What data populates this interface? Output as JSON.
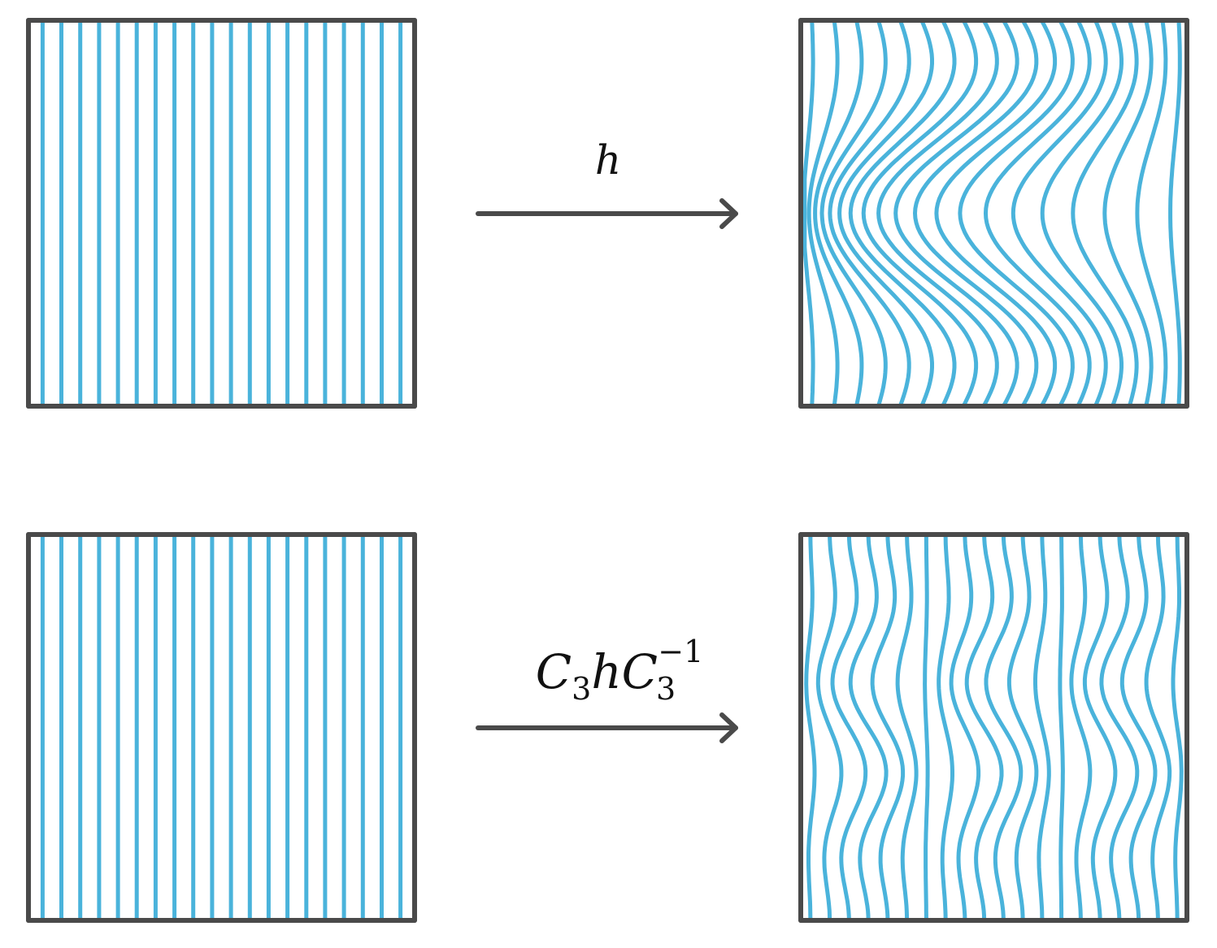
{
  "colors": {
    "frame": "#4a4a4a",
    "line": "#4ab3db",
    "arrow": "#4a4a4a",
    "background": "#ffffff"
  },
  "line_count": 20,
  "rows": [
    {
      "id": "top",
      "map_label": "h",
      "label_base": "",
      "label_sub1": "",
      "label_mid": "",
      "label_sub2": "",
      "label_sup": "",
      "deformation": "single-wave"
    },
    {
      "id": "bottom",
      "map_label": "",
      "label_base": "C",
      "label_sub1": "3",
      "label_mid": "hC",
      "label_sub2": "3",
      "label_sup": "−1",
      "deformation": "triple-wave"
    }
  ]
}
